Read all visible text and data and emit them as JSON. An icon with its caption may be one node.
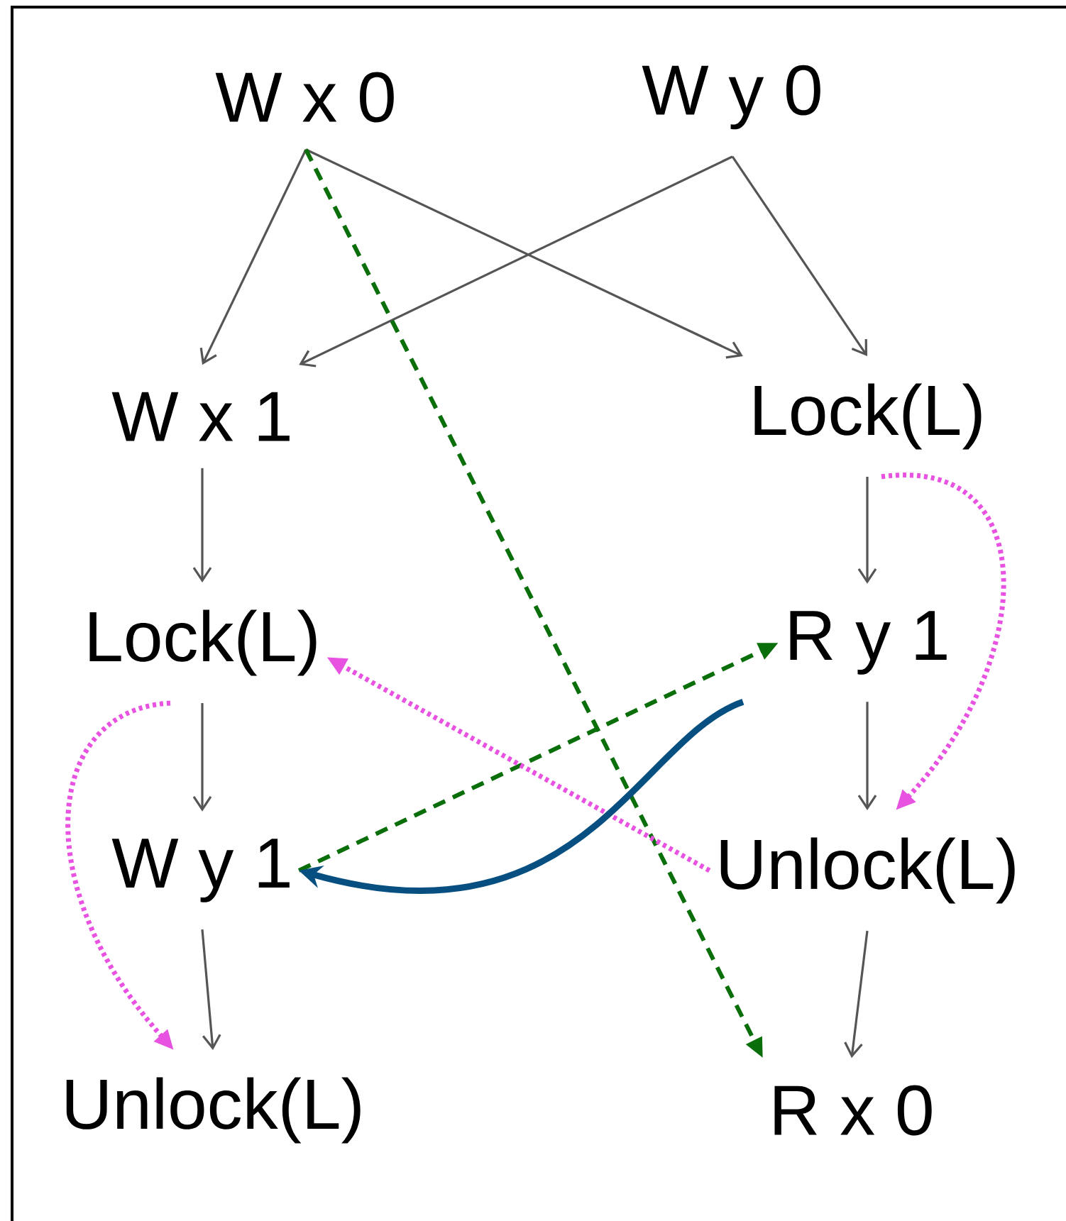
{
  "diagram": {
    "nodes": [
      {
        "text": [
          "W x 0"
        ]
      },
      {
        "text": [
          "W y 0"
        ]
      },
      {
        "text": [
          "W x 1"
        ]
      },
      {
        "text": [
          "Lock(L)"
        ]
      },
      {
        "text": [
          "Lock(L)"
        ]
      },
      {
        "text": [
          "R y 1"
        ]
      },
      {
        "text": [
          "W y 1"
        ]
      },
      {
        "text": [
          "Unlock(L)"
        ]
      },
      {
        "text": [
          "Unlock(L)"
        ]
      },
      {
        "text": [
          "R x 0"
        ]
      }
    ],
    "edges": [
      {
        "from": 0,
        "to": 2,
        "arrow": "to"
      },
      {
        "from": 0,
        "to": 3,
        "arrow": "to"
      },
      {
        "from": 1,
        "to": 2,
        "arrow": "to"
      },
      {
        "from": 1,
        "to": 3,
        "arrow": "to"
      },
      {
        "from": 2,
        "to": 4,
        "arrow": "to"
      },
      {
        "from": 4,
        "to": 6,
        "arrow": "to"
      },
      {
        "from": 6,
        "to": 8,
        "arrow": "to"
      },
      {
        "from": 3,
        "to": 5,
        "arrow": "to"
      },
      {
        "from": 5,
        "to": 7,
        "arrow": "to"
      },
      {
        "from": 7,
        "to": 9,
        "arrow": "to"
      },
      {
        "from": 0,
        "to": 9,
        "arrow": "to",
        "style": "dashed",
        "color": "#0a6e0a"
      },
      {
        "from": 6,
        "to": 5,
        "arrow": "to",
        "style": "dashed",
        "color": "#0a6e0a"
      },
      {
        "from": 3,
        "to": 7,
        "arrow": "to",
        "style": "dashed",
        "color": "#e852e0"
      },
      {
        "from": 7,
        "to": 4,
        "arrow": "to",
        "style": "dashed",
        "color": "#e852e0"
      },
      {
        "from": 4,
        "to": 8,
        "arrow": "to",
        "style": "dashed",
        "color": "#e852e0"
      },
      {
        "from": 5,
        "to": 6,
        "arrow": "to",
        "style": "thick",
        "color": "#064f80"
      }
    ]
  }
}
